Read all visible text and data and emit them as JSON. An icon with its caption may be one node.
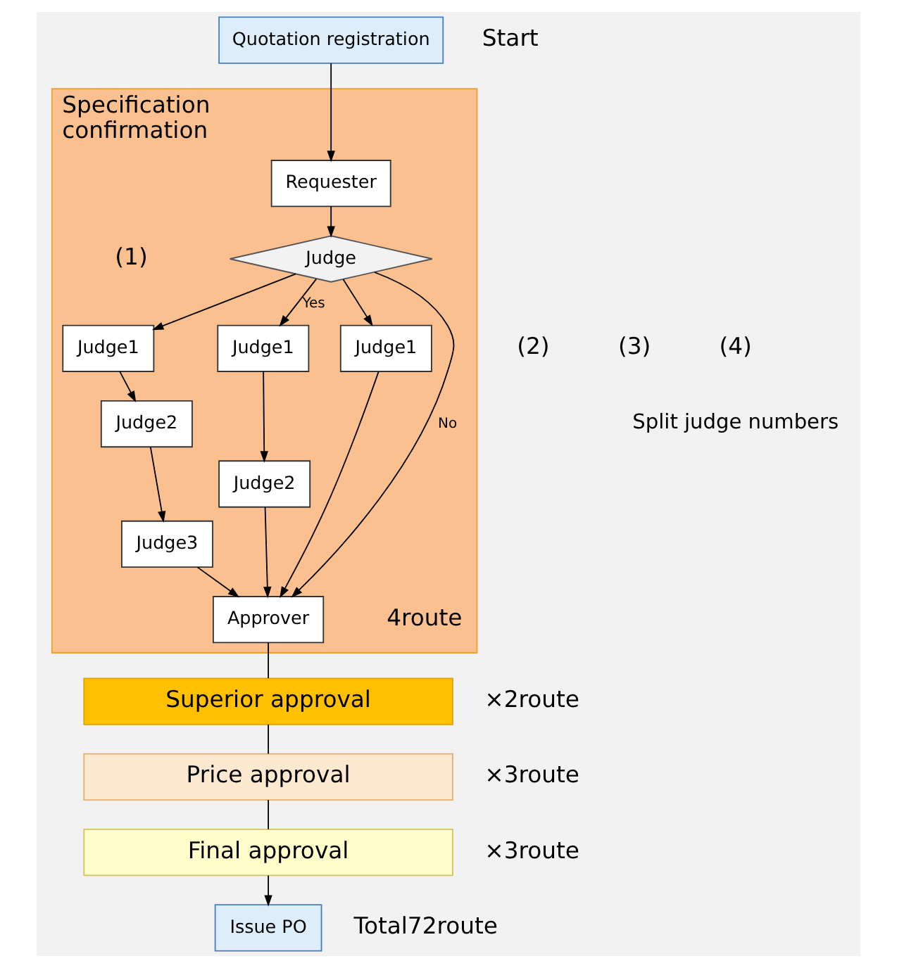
{
  "diagram": {
    "nodes": [
      {
        "text": [
          "Quotation registration"
        ],
        "beside": [
          "Start"
        ]
      },
      {
        "text": [
          "Specification confirmation"
        ],
        "beside": [
          "4route"
        ]
      },
      {
        "text": [
          "Requester"
        ],
        "in": 1
      },
      {
        "text": [
          "Judge"
        ],
        "in": 1
      },
      {
        "text": [
          "Judge1"
        ],
        "in": 1
      },
      {
        "text": [
          "Judge2"
        ],
        "in": 1
      },
      {
        "text": [
          "Judge3"
        ],
        "in": 1
      },
      {
        "text": [
          "Judge1"
        ],
        "in": 1
      },
      {
        "text": [
          "Judge2"
        ],
        "in": 1
      },
      {
        "text": [
          "Judge1"
        ],
        "in": 1
      },
      {
        "text": [
          "Approver"
        ],
        "in": 1
      },
      {
        "text": [
          "Superior approval"
        ],
        "beside": [
          "×2route"
        ]
      },
      {
        "text": [
          "Price approval"
        ],
        "beside": [
          "×3route"
        ]
      },
      {
        "text": [
          "Final approval"
        ],
        "beside": [
          "×3route"
        ]
      },
      {
        "text": [
          "Issue PO"
        ],
        "beside": [
          "Total72route"
        ]
      }
    ],
    "edges": [
      {
        "from": 0,
        "to": 2,
        "arrow": "to"
      },
      {
        "from": 2,
        "to": 3,
        "arrow": "to"
      },
      {
        "from": 3,
        "to": 10,
        "arrow": "to",
        "label": "No"
      },
      {
        "from": 3,
        "to": 4,
        "arrow": "to"
      },
      {
        "from": 3,
        "to": 7,
        "arrow": "to",
        "label": "Yes"
      },
      {
        "from": 3,
        "to": 9,
        "arrow": "to"
      },
      {
        "from": 4,
        "to": 5,
        "arrow": "to"
      },
      {
        "from": 5,
        "to": 6,
        "arrow": "to"
      },
      {
        "from": 7,
        "to": 8,
        "arrow": "to"
      },
      {
        "from": 6,
        "to": 10,
        "arrow": "to"
      },
      {
        "from": 8,
        "to": 10,
        "arrow": "to"
      },
      {
        "from": 9,
        "to": 10,
        "arrow": "to"
      },
      {
        "from": 10,
        "to": 11,
        "arrow": "none"
      },
      {
        "from": 11,
        "to": 12,
        "arrow": "none"
      },
      {
        "from": 12,
        "to": 13,
        "arrow": "none"
      },
      {
        "from": 13,
        "to": 14,
        "arrow": "to"
      }
    ],
    "labels": [
      "(1)",
      "(2)",
      "(3)",
      "(4)",
      "Split judge numbers"
    ]
  }
}
